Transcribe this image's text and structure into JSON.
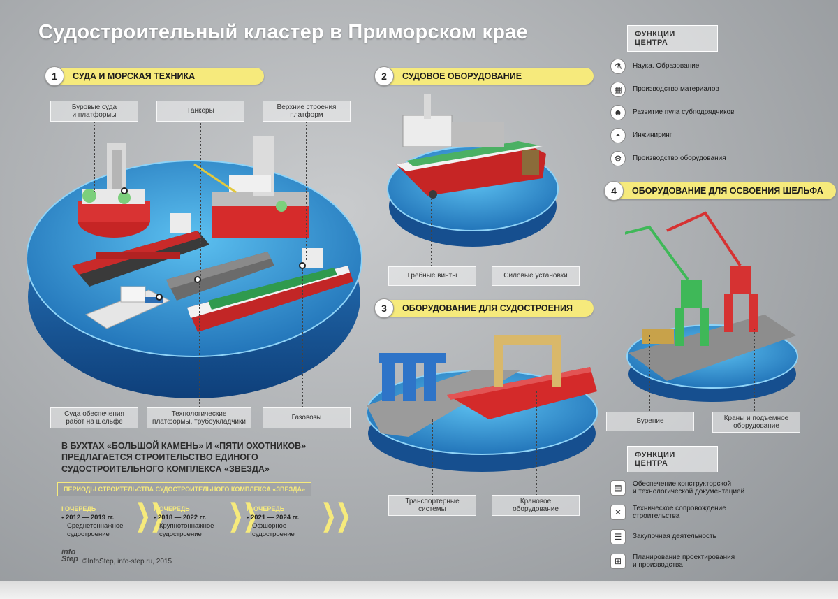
{
  "title": "Судостроительный кластер в Приморском крае",
  "sections": [
    {
      "num": "1",
      "label": "СУДА И МОРСКАЯ ТЕХНИКА"
    },
    {
      "num": "2",
      "label": "СУДОВОЕ ОБОРУДОВАНИЕ"
    },
    {
      "num": "3",
      "label": "ОБОРУДОВАНИЕ ДЛЯ СУДОСТРОЕНИЯ"
    },
    {
      "num": "4",
      "label": "ОБОРУДОВАНИЕ ДЛЯ ОСВОЕНИЯ ШЕЛЬФА"
    }
  ],
  "tags": {
    "drilling": "Буровые суда\nи платформы",
    "tankers": "Танкеры",
    "upper": "Верхние строения\nплатформ",
    "supply": "Суда обеспечения\nработ на шельфе",
    "tech": "Технологические\nплатформы, трубоукладчики",
    "gas": "Газовозы",
    "props": "Гребные винты",
    "power": "Силовые установки",
    "transport": "Транспортерные\nсистемы",
    "crane": "Крановое\nоборудование",
    "drill": "Бурение",
    "lifting": "Краны и подъемное\nоборудование"
  },
  "functions_top": {
    "title": "ФУНКЦИИ ЦЕНТРА",
    "items": [
      {
        "icon": "flask-icon",
        "label": "Наука. Образование"
      },
      {
        "icon": "materials-icon",
        "label": "Производство материалов"
      },
      {
        "icon": "people-icon",
        "label": "Развитие пула субподрядчиков"
      },
      {
        "icon": "helmet-icon",
        "label": "Инжиниринг"
      },
      {
        "icon": "gear-icon",
        "label": "Производство оборудования"
      }
    ]
  },
  "functions_bottom": {
    "title": "ФУНКЦИИ ЦЕНТРА",
    "items": [
      {
        "icon": "document-icon",
        "label": "Обеспечение конструкторской\nи технологической документацией"
      },
      {
        "icon": "tools-icon",
        "label": "Техническое сопровождение\nстроительства"
      },
      {
        "icon": "clipboard-icon",
        "label": "Закупочная деятельность"
      },
      {
        "icon": "plan-icon",
        "label": "Планирование проектирования\nи производства"
      }
    ]
  },
  "bottom_text": "В бухтах «Большой камень» и «Пяти охотников» предлагается строительство единого судостроительного комплекса «Звезда»",
  "periods_title": "ПЕРИОДЫ СТРОИТЕЛЬСТВА СУДОСТРОИТЕЛЬНОГО КОМПЛЕКСА «ЗВЕЗДА»",
  "periods": [
    {
      "name": "I ОЧЕРЕДЬ",
      "years": "2012 — 2019 гг.",
      "desc": "Среднетоннажное\nсудостроение"
    },
    {
      "name": "II ОЧЕРЕДЬ",
      "years": "2018 — 2022 гг.",
      "desc": "Крупнотоннажное\nсудостроение"
    },
    {
      "name": "III ОЧЕРЕДЬ",
      "years": "2021 — 2024 гг.",
      "desc": "Офшорное\nсудостроение"
    }
  ],
  "logo_top": "info",
  "logo_bottom": "Step",
  "copyright": "©InfoStep, info-step.ru, 2015",
  "colors": {
    "accent": "#f6ea7c",
    "water": "#2a8fd6",
    "ship_red": "#d52b2b",
    "ship_green": "#3aa655"
  }
}
